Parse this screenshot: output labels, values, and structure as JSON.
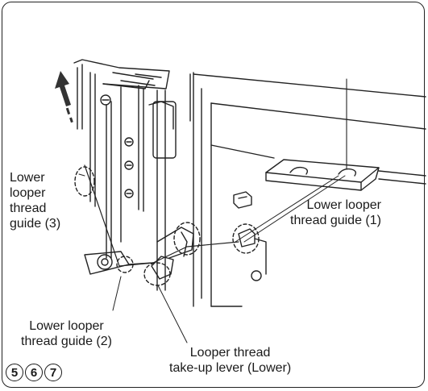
{
  "labels": {
    "guide3": "Lower\nlooper\nthread\nguide (3)",
    "guide1": "Lower looper\nthread guide (1)",
    "guide2": "Lower looper\nthread guide (2)",
    "lever": "Looper thread\ntake-up lever (Lower)"
  },
  "steps": [
    "5",
    "6",
    "7"
  ]
}
